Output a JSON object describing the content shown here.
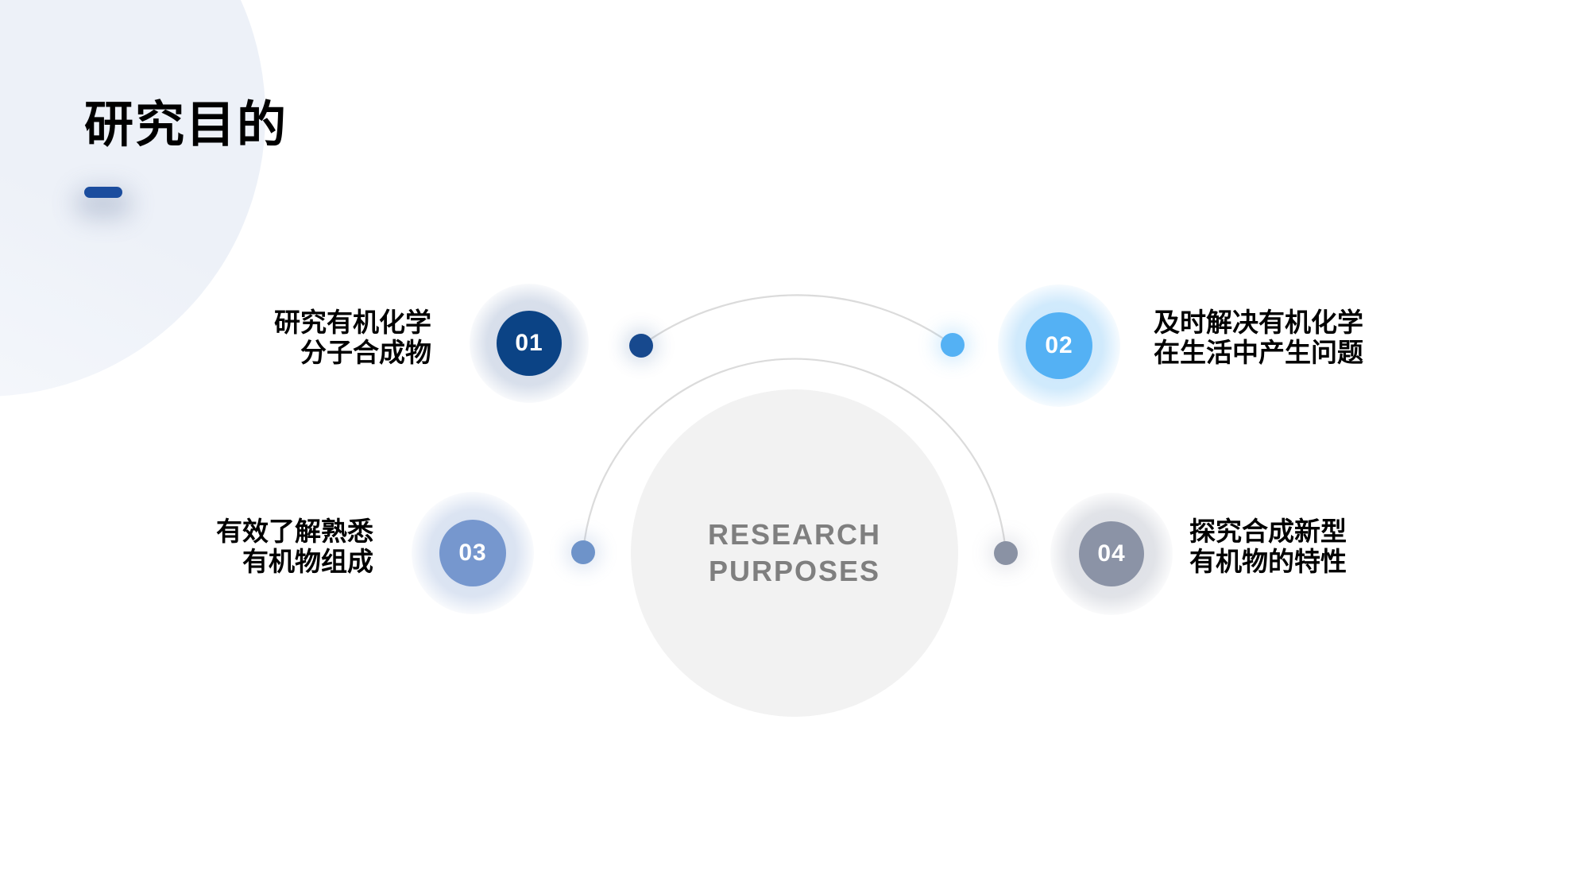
{
  "slide_title": "研究目的",
  "center_circle": {
    "line1": "RESEARCH",
    "line2": "PURPOSES"
  },
  "items": [
    {
      "number": "01",
      "line1": "研究有机化学",
      "line2": "分子合成物",
      "color": "#0b4385"
    },
    {
      "number": "02",
      "line1": "及时解决有机化学",
      "line2": "在生活中产生问题",
      "color": "#54b1f4"
    },
    {
      "number": "03",
      "line1": "有效了解熟悉",
      "line2": "有机物组成",
      "color": "#7697ce"
    },
    {
      "number": "04",
      "line1": "探究合成新型",
      "line2": "有机物的特性",
      "color": "#8b93a6"
    }
  ],
  "colors": {
    "accent_bar": "#1b4d9e",
    "connector_arc": "#dbdbdb",
    "center_circle_fill": "#f2f2f2",
    "center_circle_text": "#7f7f7f",
    "decor_blob": "#edf1f8",
    "dot_01": "#17498e",
    "dot_02": "#54b1f4",
    "dot_03": "#6e93c9",
    "dot_04": "#8a92a4"
  }
}
